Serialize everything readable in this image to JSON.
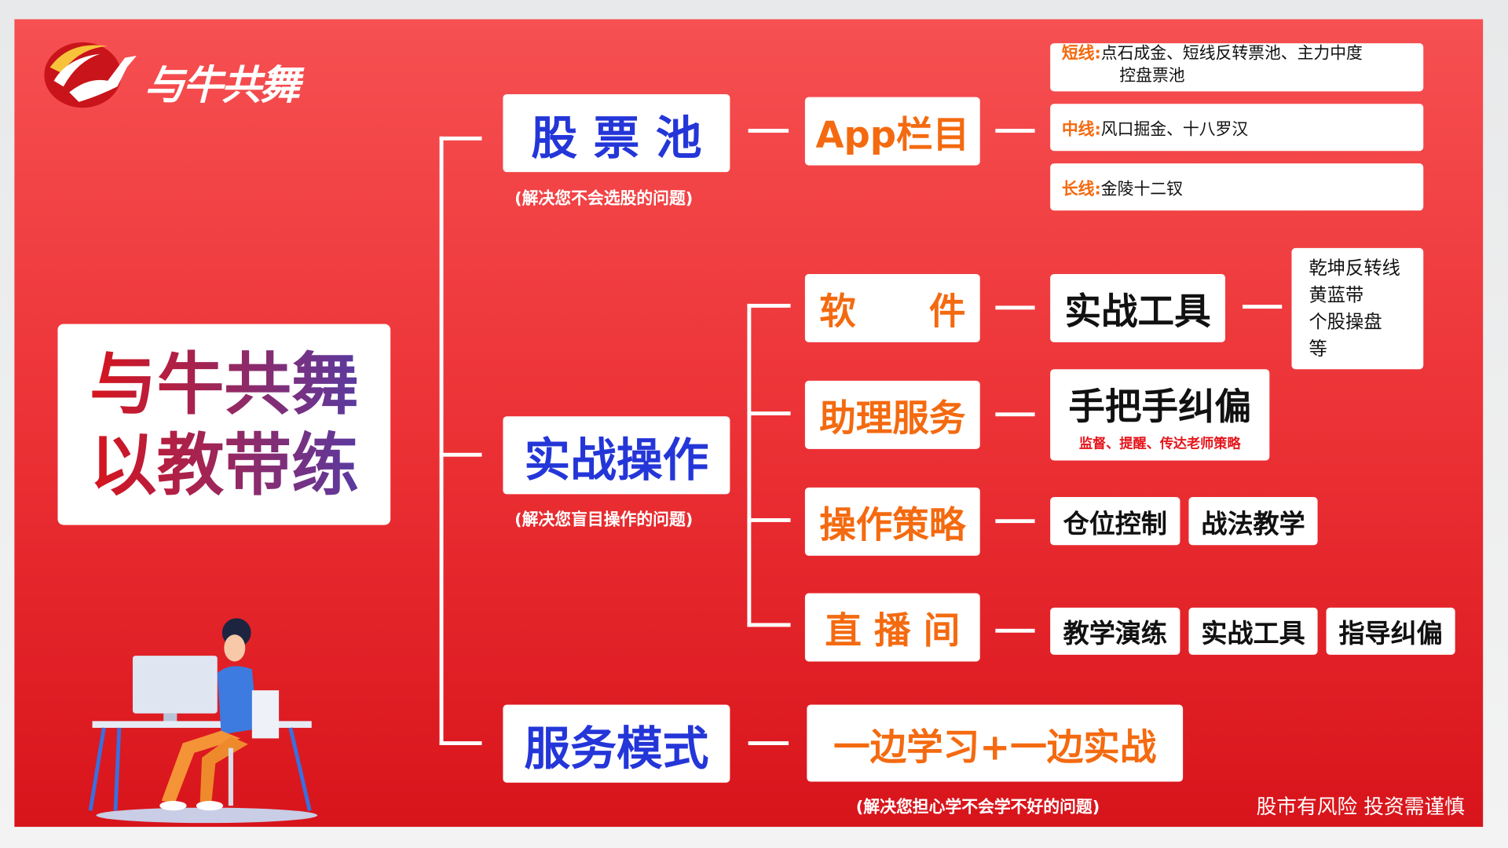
{
  "brand": {
    "logo_text": "与牛共舞"
  },
  "slogan": {
    "line1": "与牛共舞",
    "line2": "以教带练"
  },
  "level1": [
    {
      "label": "股 票 池",
      "note": "(解决您不会选股的问题)"
    },
    {
      "label": "实战操作",
      "note": "(解决您盲目操作的问题)"
    },
    {
      "label": "服务模式"
    }
  ],
  "app": {
    "label": "App栏目",
    "items": [
      {
        "key": "短线:",
        "value": "点石成金、短线反转票池、主力中度",
        "value2": "控盘票池"
      },
      {
        "key": "中线:",
        "value": "风口掘金、十八罗汉"
      },
      {
        "key": "长线:",
        "value": "金陵十二钗"
      }
    ]
  },
  "ops": [
    {
      "label": "软　　件"
    },
    {
      "label": "助理服务"
    },
    {
      "label": "操作策略"
    },
    {
      "label": "直 播 间"
    }
  ],
  "software": {
    "tool": "实战工具",
    "list": [
      "乾坤反转线",
      "黄蓝带",
      "个股操盘",
      "等"
    ]
  },
  "assistant": {
    "title": "手把手纠偏",
    "note": "监督、提醒、传达老师策略"
  },
  "strategy": {
    "tags": [
      "仓位控制",
      "战法教学"
    ]
  },
  "live": {
    "tags": [
      "教学演练",
      "实战工具",
      "指导纠偏"
    ]
  },
  "service": {
    "label": "一边学习+一边实战",
    "note": "(解决您担心学不会学不好的问题)"
  },
  "footer": {
    "disclaimer": "股市有风险 投资需谨慎"
  },
  "colors": {
    "blue": "#2436d8",
    "orange": "#f46a10",
    "red_top": "#f65052",
    "red_bottom": "#d8141b"
  }
}
